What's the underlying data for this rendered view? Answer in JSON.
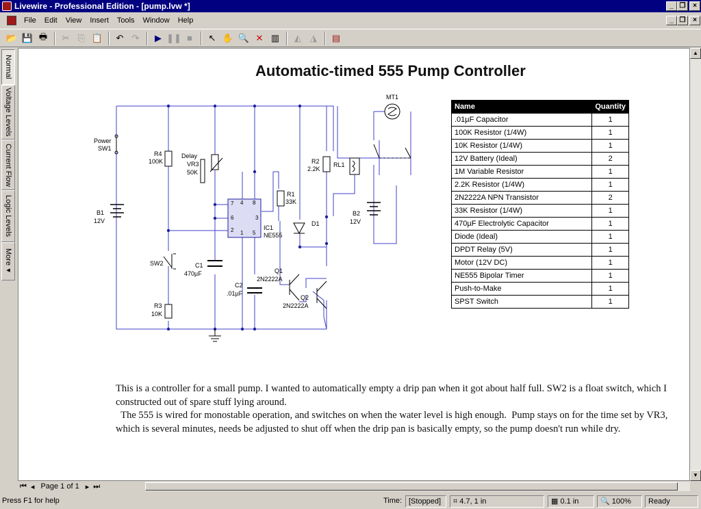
{
  "window": {
    "title": "Livewire - Professional Edition - [pump.lvw *]"
  },
  "menu": [
    "File",
    "Edit",
    "View",
    "Insert",
    "Tools",
    "Window",
    "Help"
  ],
  "side_tabs": [
    "Normal",
    "Voltage Levels",
    "Current Flow",
    "Logic Levels",
    "More"
  ],
  "document": {
    "title": "Automatic-timed  555 Pump Controller",
    "bom": {
      "headers": [
        "Name",
        "Quantity"
      ],
      "rows": [
        [
          ".01µF Capacitor",
          "1"
        ],
        [
          "100K Resistor (1/4W)",
          "1"
        ],
        [
          "10K Resistor (1/4W)",
          "1"
        ],
        [
          "12V Battery (Ideal)",
          "2"
        ],
        [
          "1M Variable Resistor",
          "1"
        ],
        [
          "2.2K Resistor (1/4W)",
          "1"
        ],
        [
          "2N2222A NPN Transistor",
          "2"
        ],
        [
          "33K Resistor (1/4W)",
          "1"
        ],
        [
          "470µF Electrolytic Capacitor",
          "1"
        ],
        [
          "Diode (Ideal)",
          "1"
        ],
        [
          "DPDT Relay (5V)",
          "1"
        ],
        [
          "Motor (12V DC)",
          "1"
        ],
        [
          "NE555 Bipolar Timer",
          "1"
        ],
        [
          "Push-to-Make",
          "1"
        ],
        [
          "SPST Switch",
          "1"
        ]
      ]
    },
    "description": [
      "This is a controller for a small pump.  I wanted to automatically empty a drip pan when it got about half full.  SW2 is a float switch, which I constructed out of spare stuff lying around.",
      "  The 555 is wired for monostable operation, and switches on when the water level is high enough.  Pump stays on for the time set by VR3, which is several minutes, needs be adjusted to shut off when the drip pan is basically empty, so the pump doesn't run while dry."
    ],
    "schematic": {
      "power": "Power",
      "sw1": "SW1",
      "r4": "R4",
      "r4v": "100K",
      "delay": "Delay",
      "vr3": "VR3",
      "vr3v": "50K",
      "b1": "B1",
      "b1v": "12V",
      "r1": "R1",
      "r1v": "33K",
      "ic1": "IC1",
      "ic1v": "NE555",
      "r2": "R2",
      "r2v": "2.2K",
      "rl1": "RL1",
      "d1": "D1",
      "mt1": "MT1",
      "b2": "B2",
      "b2v": "12V",
      "sw2": "SW2",
      "c1": "C1",
      "c1v": "470µF",
      "c2": "C2",
      "c2v": ".01µF",
      "r3": "R3",
      "r3v": "10K",
      "q1": "Q1",
      "q1v": "2N2222A",
      "q2": "Q2",
      "q2v": "2N2222A",
      "pins": [
        "7",
        "4",
        "8",
        "6",
        "3",
        "2",
        "1",
        "5"
      ]
    }
  },
  "pager": {
    "label": "Page 1 of 1"
  },
  "status": {
    "help": "Press F1 for help",
    "time_label": "Time:",
    "time_value": "[Stopped]",
    "coords": "4.7, 1 in",
    "grid": "0.1 in",
    "zoom": "100%",
    "state": "Ready"
  }
}
